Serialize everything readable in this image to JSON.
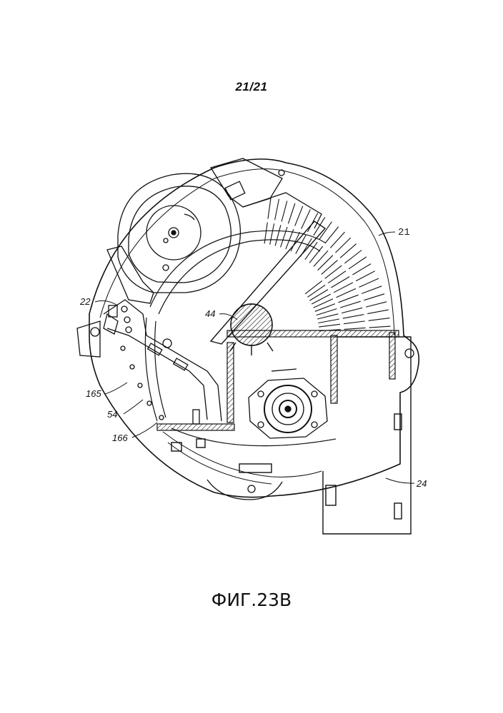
{
  "sheet": {
    "number": "21/21"
  },
  "figure": {
    "caption": "ФИГ.23В"
  },
  "labels": {
    "housing": "21",
    "port": "22",
    "hub": "44",
    "ring": "165",
    "channel": "54",
    "base": "166",
    "box": "24"
  }
}
